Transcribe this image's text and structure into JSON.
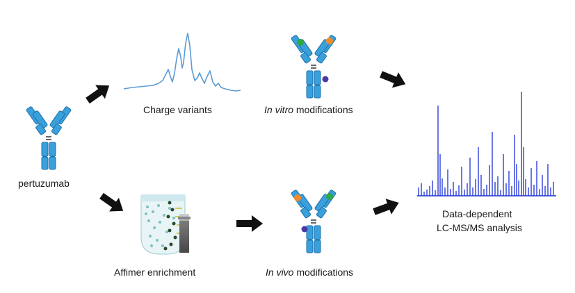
{
  "labels": {
    "pertuzumab": "pertuzumab",
    "charge_variants": "Charge variants",
    "in_vitro_italic": "In vitro",
    "in_vitro_rest": " modifications",
    "affimer_enrichment": "Affimer enrichment",
    "in_vivo_italic": "In vivo",
    "in_vivo_rest": " modifications",
    "output_line1": "Data-dependent",
    "output_line2": "LC-MS/MS analysis"
  },
  "icons": {
    "antibody": "antibody-icon",
    "arrow": "arrow-icon",
    "chromatogram": "chromatogram-icon",
    "tube": "affimer-tube-icon",
    "spectrum": "mass-spectrum-icon"
  },
  "colors": {
    "antibody_fill": "#3aa0dc",
    "antibody_stroke": "#1d6fa8",
    "chromatogram": "#5b9bd5",
    "spectrum": "#1a2fd6",
    "arrow": "#111111",
    "mod_green": "#2ea84a",
    "mod_orange": "#f08a2a",
    "mod_purple": "#4a3aa8"
  }
}
